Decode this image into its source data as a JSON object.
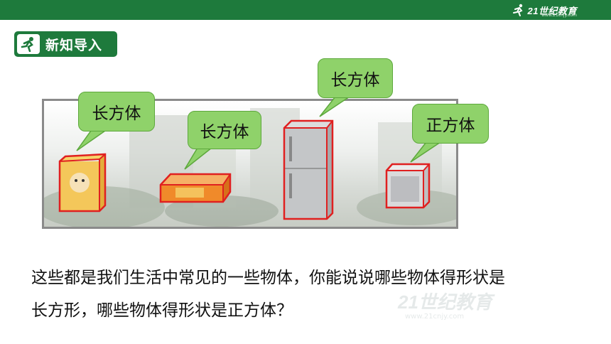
{
  "header": {
    "brand_name": "21世纪教育",
    "brand_url": "www.21cnjy.com"
  },
  "section": {
    "title": "新知导入",
    "icon": "running-person-icon"
  },
  "labels": {
    "box1": "长方体",
    "box2": "长方体",
    "fridge": "长方体",
    "cube": "正方体"
  },
  "question": {
    "line1": "这些都是我们生活中常见的一些物体，你能说说哪些物体得形状是",
    "line2": "长方形，哪些物体得形状是正方体？"
  },
  "colors": {
    "brand_green": "#1e7a3c",
    "bubble_green": "#8fd26a",
    "outline_red": "#e02020"
  }
}
